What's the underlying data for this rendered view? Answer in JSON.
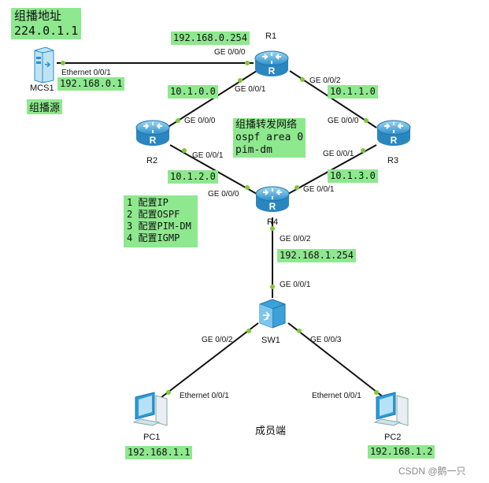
{
  "multicast": {
    "title": "组播地址",
    "address": "224.0.1.1"
  },
  "forwarding_note": {
    "title": "组播转发网络",
    "line1": "ospf area 0",
    "line2": "pim-dm"
  },
  "steps": [
    "1 配置IP",
    "2 配置OSPF",
    "3 配置PIM-DM",
    "4 配置IGMP"
  ],
  "devices": {
    "r1": {
      "name": "R1"
    },
    "r2": {
      "name": "R2"
    },
    "r3": {
      "name": "R3"
    },
    "r4": {
      "name": "R4"
    },
    "sw1": {
      "name": "SW1"
    },
    "mcs1": {
      "name": "MCS1",
      "role": "组播源"
    },
    "pc1": {
      "name": "PC1"
    },
    "pc2": {
      "name": "PC2"
    }
  },
  "members_label": "成员端",
  "networks": {
    "n_r1_mcs": "192.168.0.254",
    "n_mcs": "192.168.0.1",
    "n_r1_r2": "10.1.0.0",
    "n_r1_r3": "10.1.1.0",
    "n_r2_r4": "10.1.2.0",
    "n_r3_r4": "10.1.3.0",
    "n_r4_sw": "192.168.1.254",
    "n_pc1": "192.168.1.1",
    "n_pc2": "192.168.1.2"
  },
  "ports": {
    "mcs_eth": "Ethernet 0/0/1",
    "r1_g000": "GE 0/0/0",
    "r1_g001": "GE 0/0/1",
    "r1_g002": "GE 0/0/2",
    "r2_g000": "GE 0/0/0",
    "r2_g001": "GE 0/0/1",
    "r3_g000": "GE 0/0/0",
    "r3_g001": "GE 0/0/1",
    "r4_g000": "GE 0/0/0",
    "r4_g001": "GE 0/0/1",
    "r4_g002": "GE 0/0/2",
    "sw_g001": "GE 0/0/1",
    "sw_g002": "GE 0/0/2",
    "sw_g003": "GE 0/0/3",
    "pc1_eth": "Ethernet 0/0/1",
    "pc2_eth": "Ethernet 0/0/1"
  },
  "watermark": "CSDN @鹅一只",
  "colors": {
    "highlight": "#8ee88e",
    "router": "#3aa6de",
    "link": "#111111",
    "port_dot": "#7ec93a"
  }
}
